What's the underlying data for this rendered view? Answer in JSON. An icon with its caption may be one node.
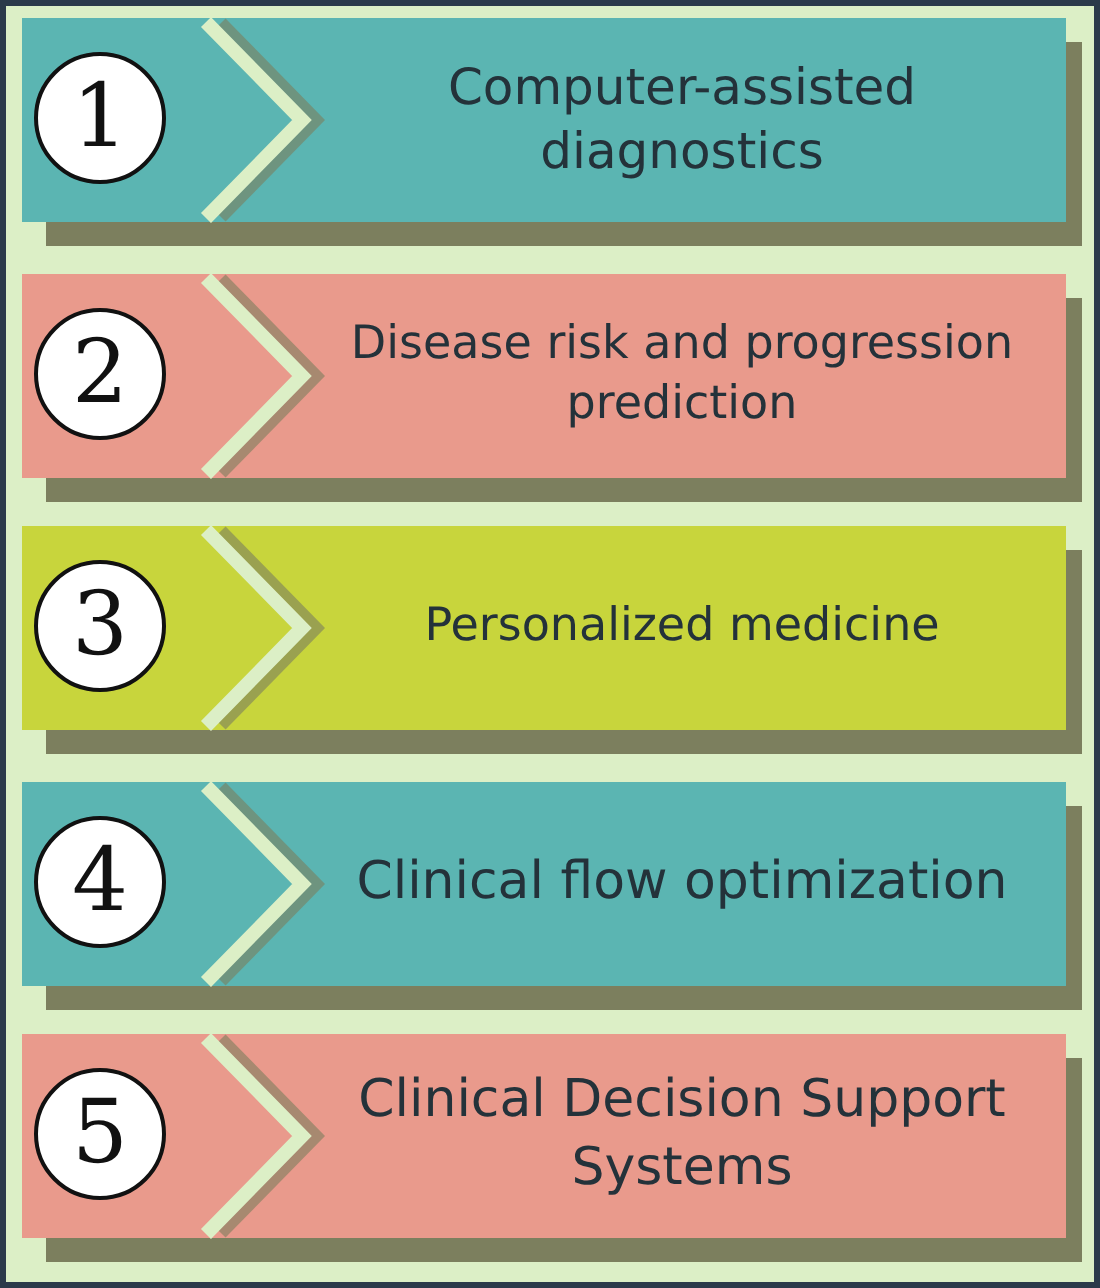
{
  "diagram": {
    "nodes": [
      {
        "text": [
          "Computer-assisted diagnostics"
        ]
      },
      {
        "text": [
          "1"
        ],
        "in": 0
      },
      {
        "text": [
          "Disease risk and progression prediction"
        ]
      },
      {
        "text": [
          "2"
        ],
        "in": 2
      },
      {
        "text": [
          "Personalized medicine"
        ]
      },
      {
        "text": [
          "3"
        ],
        "in": 4
      },
      {
        "text": [
          "Clinical flow optimization"
        ]
      },
      {
        "text": [
          "4"
        ],
        "in": 6
      },
      {
        "text": [
          "Clinical Decision Support Systems"
        ]
      },
      {
        "text": [
          "5"
        ],
        "in": 8
      }
    ]
  }
}
